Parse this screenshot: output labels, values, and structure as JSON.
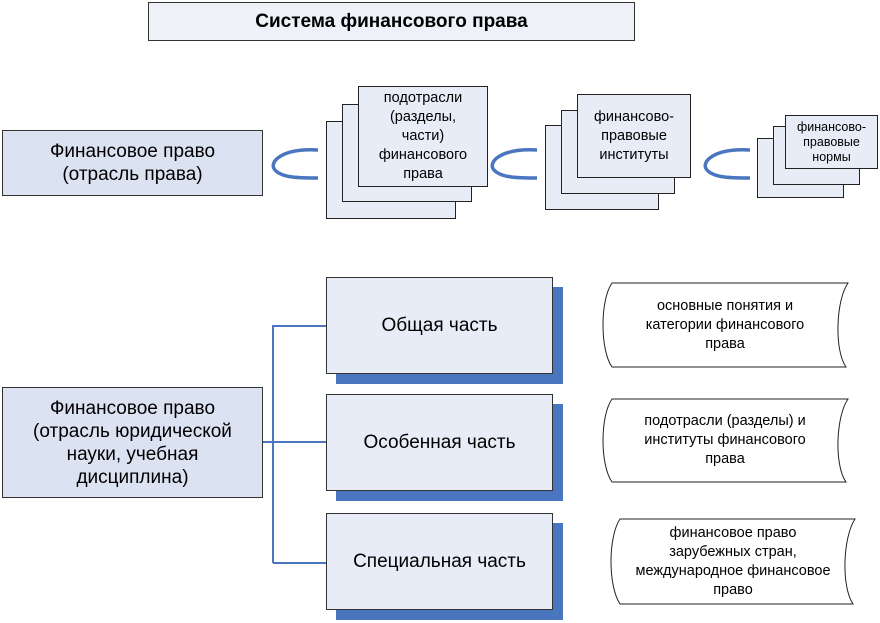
{
  "title": "Система финансового права",
  "top_section": {
    "branch": "Финансовое право (отрасль права)",
    "branch_lines": [
      "Финансовое право",
      "(отрасль права)"
    ],
    "connector_icon": "subset-icon",
    "stacks": [
      {
        "label_lines": [
          "подотрасли",
          "(разделы,",
          "части)",
          "финансового",
          "права"
        ]
      },
      {
        "label_lines": [
          "финансово-",
          "правовые",
          "институты"
        ]
      },
      {
        "label_lines": [
          "финансово-",
          "правовые",
          "нормы"
        ]
      }
    ]
  },
  "bottom_section": {
    "branch_lines": [
      "Финансовое право",
      "(отрасль юридической",
      "науки, учебная",
      "дисциплина)"
    ],
    "parts": [
      {
        "label": "Общая часть",
        "description_lines": [
          "основные понятия и",
          "категории финансового",
          "права"
        ]
      },
      {
        "label": "Особенная часть",
        "description_lines": [
          "подотрасли (разделы) и",
          "институты финансового",
          "права"
        ]
      },
      {
        "label": "Специальная часть",
        "description_lines": [
          "финансовое право",
          "зарубежных стран,",
          "международное финансовое",
          "право"
        ]
      }
    ]
  },
  "colors": {
    "accent_blue": "#4a76bf",
    "box_fill": "#dbe2f1",
    "card_fill": "#e7ecf7",
    "title_fill": "#eef1f8"
  }
}
